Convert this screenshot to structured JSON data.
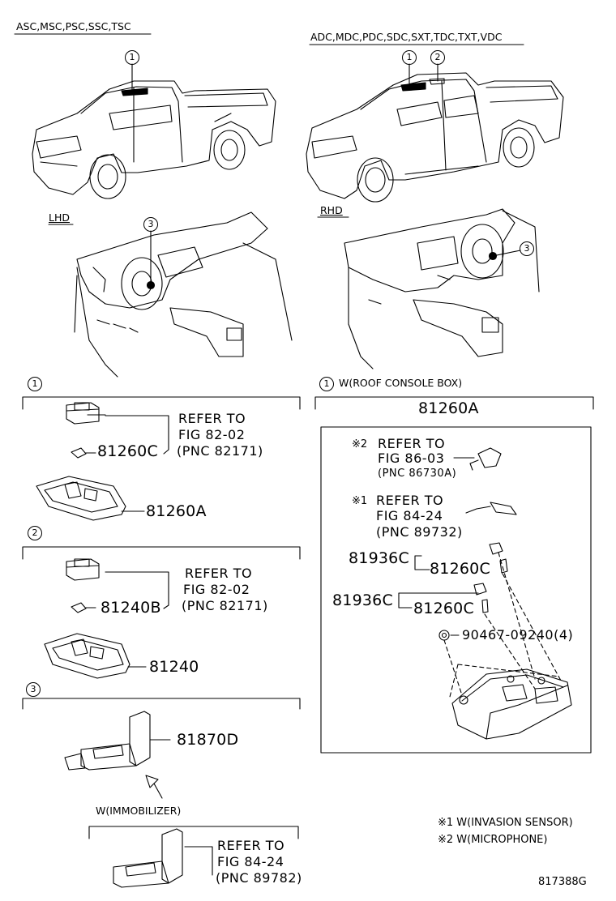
{
  "headers": {
    "left_models": "ASC,MSC,PSC,SSC,TSC",
    "right_models": "ADC,MDC,PDC,SDC,SXT,TDC,TXT,VDC",
    "lhd": "LHD",
    "rhd": "RHD"
  },
  "callouts": {
    "one": "1",
    "two": "2",
    "three": "3"
  },
  "section1": {
    "marker": "1",
    "part_bulb": "81260C",
    "part_lamp": "81260A",
    "refer_line1": "REFER TO",
    "refer_line2": "FIG 82-02",
    "refer_line3": "(PNC 82171)"
  },
  "section2": {
    "marker": "2",
    "part_bulb": "81240B",
    "part_lamp": "81240",
    "refer_line1": "REFER TO",
    "refer_line2": "FIG 82-02",
    "refer_line3": "(PNC 82171)"
  },
  "section3": {
    "marker": "3",
    "part": "81870D",
    "immobilizer_label": "W(IMMOBILIZER)",
    "refer_line1": "REFER TO",
    "refer_line2": "FIG 84-24",
    "refer_line3": "(PNC 89782)"
  },
  "roof_console": {
    "marker": "1",
    "label": "W(ROOF CONSOLE BOX)",
    "assembly": "81260A",
    "note2_mark": "※2",
    "note2_refer1": "REFER TO",
    "note2_refer2": "FIG 86-03",
    "note2_refer3": "(PNC 86730A)",
    "note1_mark": "※1",
    "note1_refer1": "REFER TO",
    "note1_refer2": "FIG 84-24",
    "note1_refer3": "(PNC 89732)",
    "socket_a": "81936C",
    "bulb_a": "81260C",
    "socket_b": "81936C",
    "bulb_b": "81260C",
    "screw": "90467-09240(4)"
  },
  "notes": {
    "note1": "※1 W(INVASION SENSOR)",
    "note2": "※2 W(MICROPHONE)"
  },
  "figure_id": "817388G"
}
